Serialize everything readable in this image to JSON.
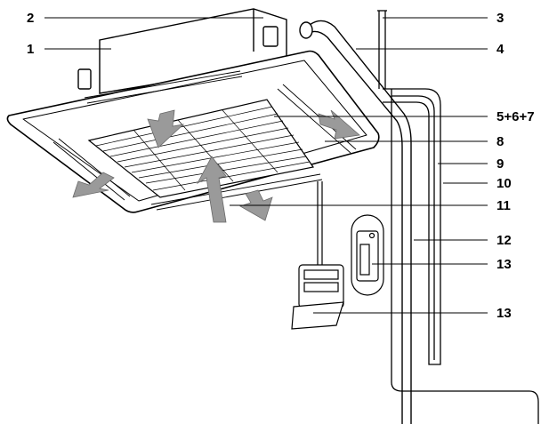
{
  "diagram": {
    "callouts": [
      {
        "id": "c1",
        "label": "1"
      },
      {
        "id": "c2",
        "label": "2"
      },
      {
        "id": "c3",
        "label": "3"
      },
      {
        "id": "c4",
        "label": "4"
      },
      {
        "id": "c5",
        "label": "5+6+7"
      },
      {
        "id": "c8",
        "label": "8"
      },
      {
        "id": "c9",
        "label": "9"
      },
      {
        "id": "c10",
        "label": "10"
      },
      {
        "id": "c11",
        "label": "11"
      },
      {
        "id": "c12",
        "label": "12"
      },
      {
        "id": "c13a",
        "label": "13"
      },
      {
        "id": "c13b",
        "label": "13"
      }
    ]
  }
}
